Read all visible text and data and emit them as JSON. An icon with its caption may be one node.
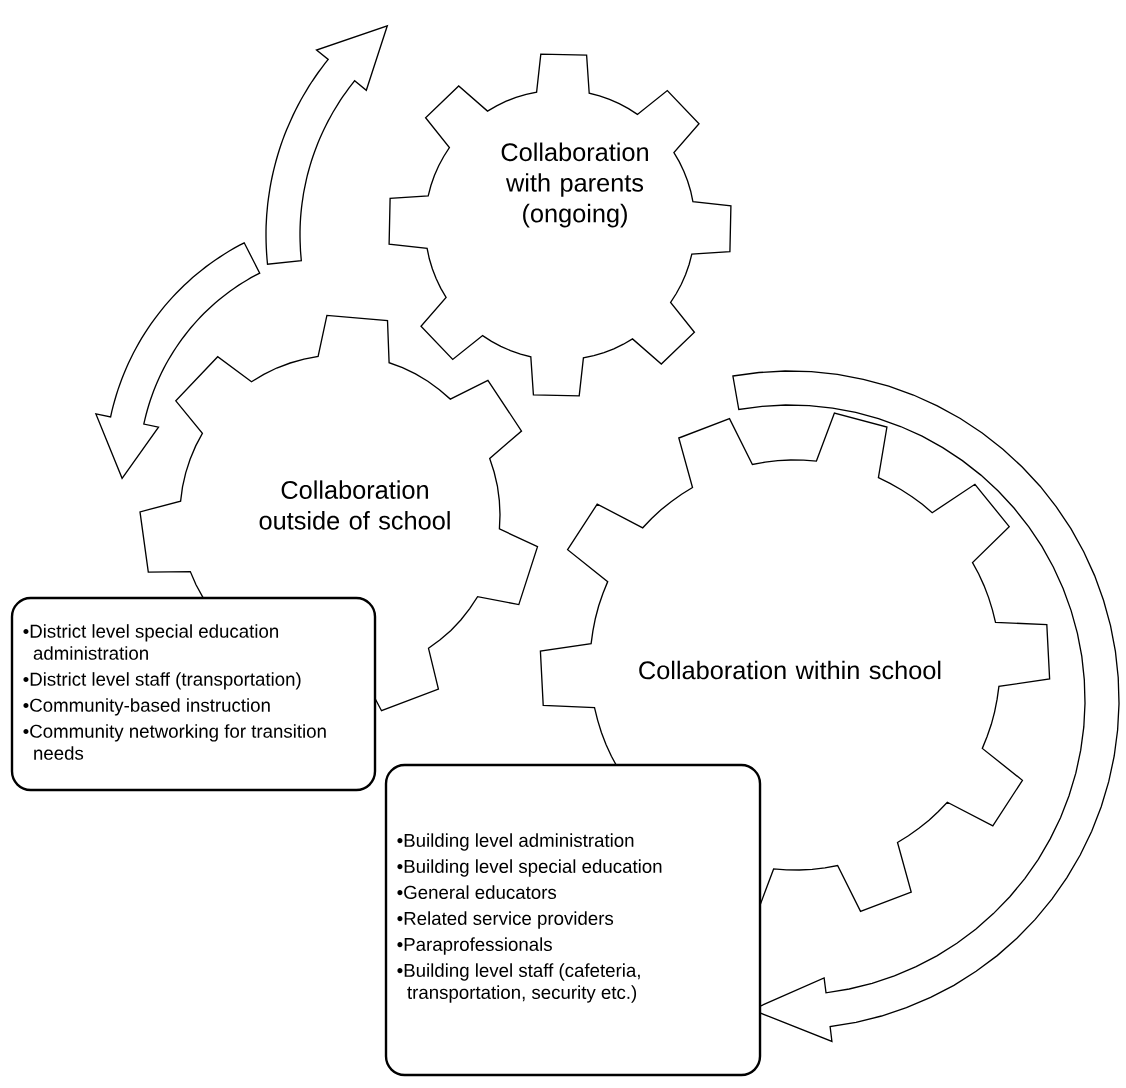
{
  "diagram": {
    "nodes": [
      {
        "text": [
          "Collaboration with parents (ongoing)"
        ]
      },
      {
        "text": [
          "Collaboration outside of school"
        ]
      },
      {
        "text": [
          "Collaboration within school"
        ]
      },
      {
        "text": [
          "•District level special education administration",
          "•District level staff (transportation)",
          "•Community-based instruction",
          "•Community networking for transition needs"
        ]
      },
      {
        "text": [
          "•Building level administration",
          "•Building level special education",
          "•General educators",
          "•Related service providers",
          "•Paraprofessionals",
          "•Building level staff (cafeteria, transportation, security etc.)"
        ]
      }
    ]
  }
}
